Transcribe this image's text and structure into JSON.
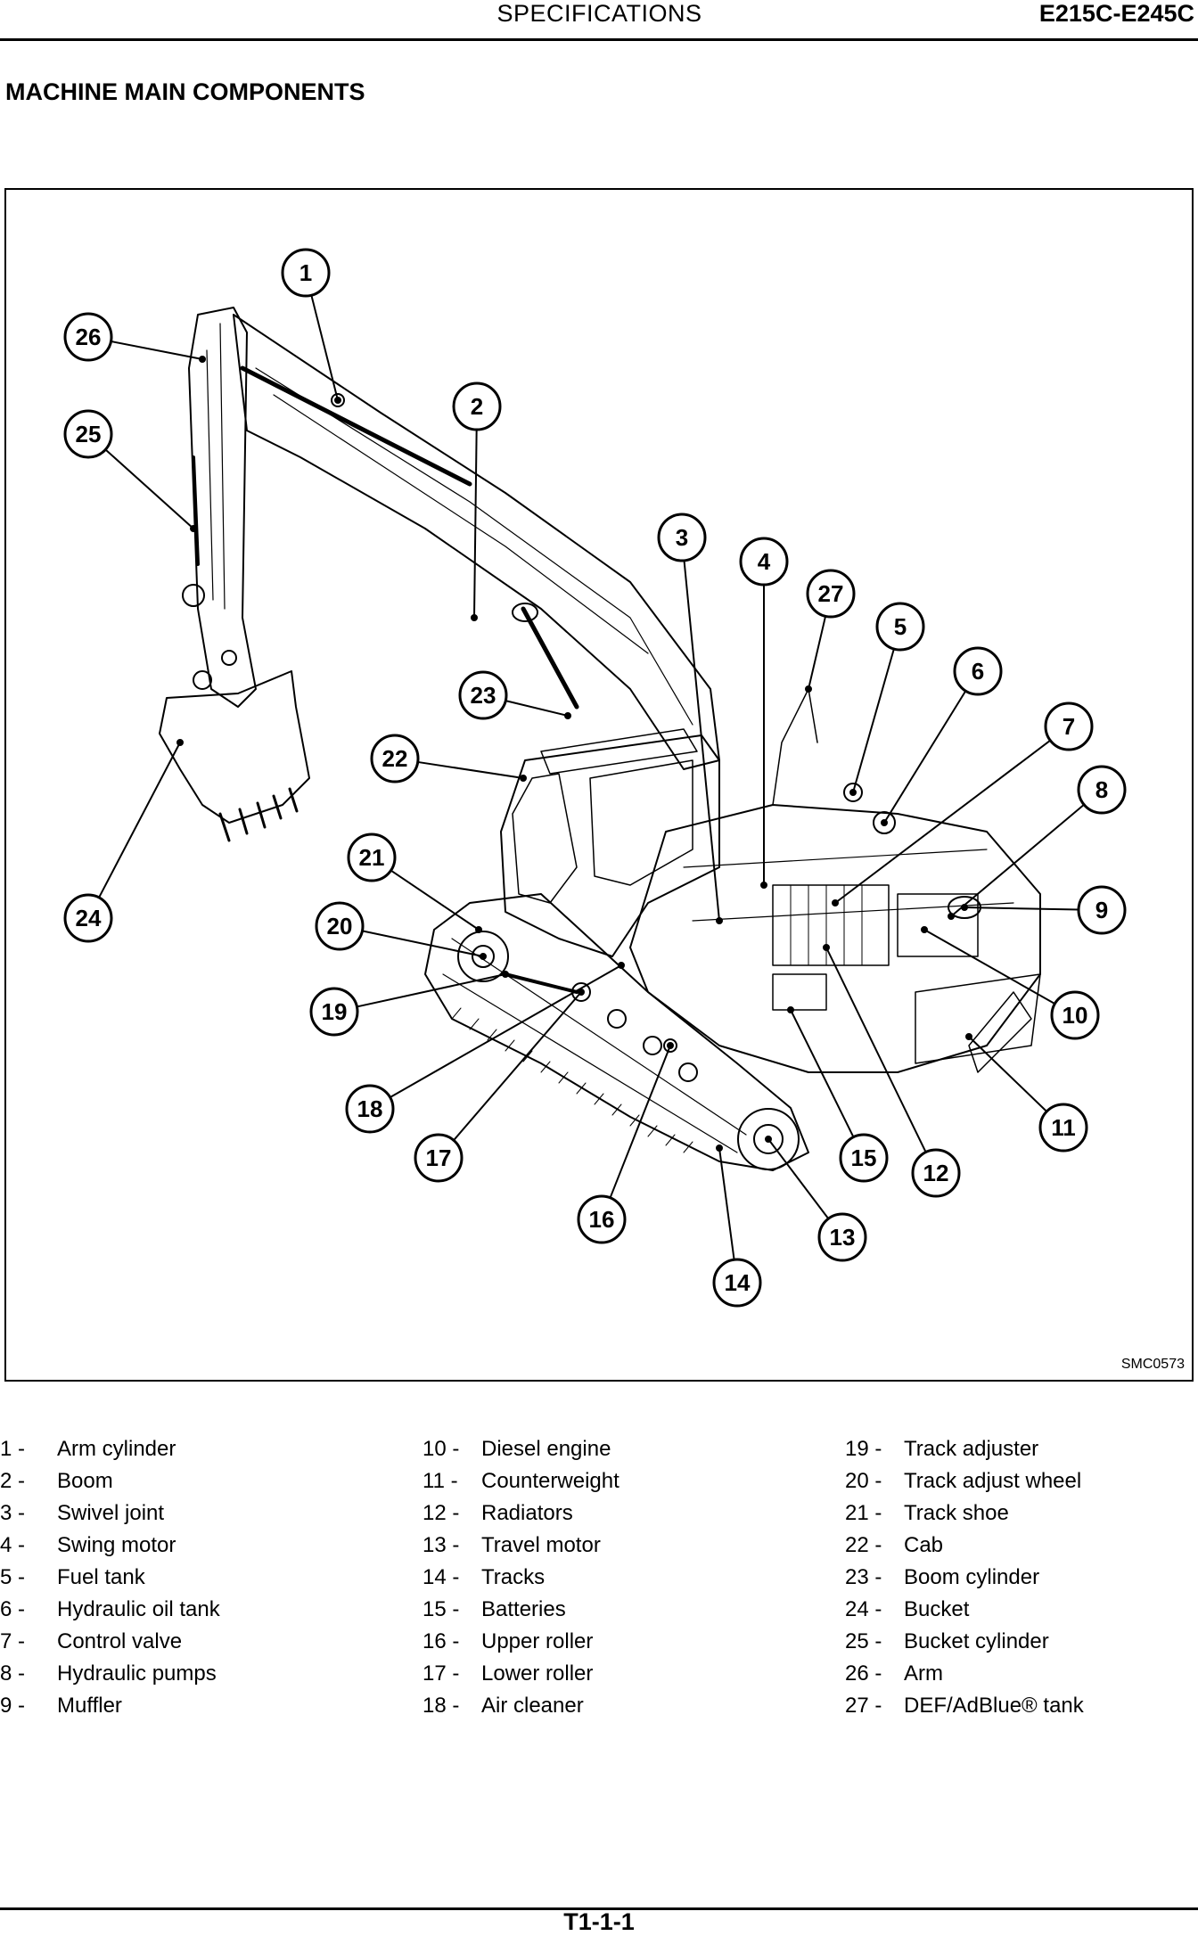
{
  "header": {
    "section": "SPECIFICATIONS",
    "model": "E215C-E245C"
  },
  "title": "MACHINE MAIN COMPONENTS",
  "figure": {
    "code": "SMC0573",
    "callouts": [
      "1",
      "2",
      "3",
      "4",
      "5",
      "6",
      "7",
      "8",
      "9",
      "10",
      "11",
      "12",
      "13",
      "14",
      "15",
      "16",
      "17",
      "18",
      "19",
      "20",
      "21",
      "22",
      "23",
      "24",
      "25",
      "26",
      "27"
    ]
  },
  "legend": {
    "columns": [
      [
        {
          "num": "1 -",
          "label": "Arm cylinder"
        },
        {
          "num": "2 -",
          "label": "Boom"
        },
        {
          "num": "3 -",
          "label": "Swivel joint"
        },
        {
          "num": "4 -",
          "label": "Swing motor"
        },
        {
          "num": "5 -",
          "label": "Fuel tank"
        },
        {
          "num": "6 -",
          "label": "Hydraulic oil tank"
        },
        {
          "num": "7 -",
          "label": "Control valve"
        },
        {
          "num": "8 -",
          "label": "Hydraulic pumps"
        },
        {
          "num": "9 -",
          "label": "Muffler"
        }
      ],
      [
        {
          "num": "10 -",
          "label": "Diesel engine"
        },
        {
          "num": "11 -",
          "label": "Counterweight"
        },
        {
          "num": "12 -",
          "label": "Radiators"
        },
        {
          "num": "13 -",
          "label": "Travel motor"
        },
        {
          "num": "14 -",
          "label": "Tracks"
        },
        {
          "num": "15 -",
          "label": "Batteries"
        },
        {
          "num": "16 -",
          "label": "Upper roller"
        },
        {
          "num": "17 -",
          "label": "Lower roller"
        },
        {
          "num": "18 -",
          "label": "Air cleaner"
        }
      ],
      [
        {
          "num": "19 -",
          "label": "Track adjuster"
        },
        {
          "num": "20 -",
          "label": "Track adjust wheel"
        },
        {
          "num": "21 -",
          "label": "Track shoe"
        },
        {
          "num": "22 -",
          "label": "Cab"
        },
        {
          "num": "23 -",
          "label": "Boom cylinder"
        },
        {
          "num": "24 -",
          "label": "Bucket"
        },
        {
          "num": "25 -",
          "label": "Bucket cylinder"
        },
        {
          "num": "26 -",
          "label": "Arm"
        },
        {
          "num": "27 -",
          "label": "DEF/AdBlue® tank"
        }
      ]
    ]
  },
  "footer": {
    "page": "T1-1-1"
  }
}
